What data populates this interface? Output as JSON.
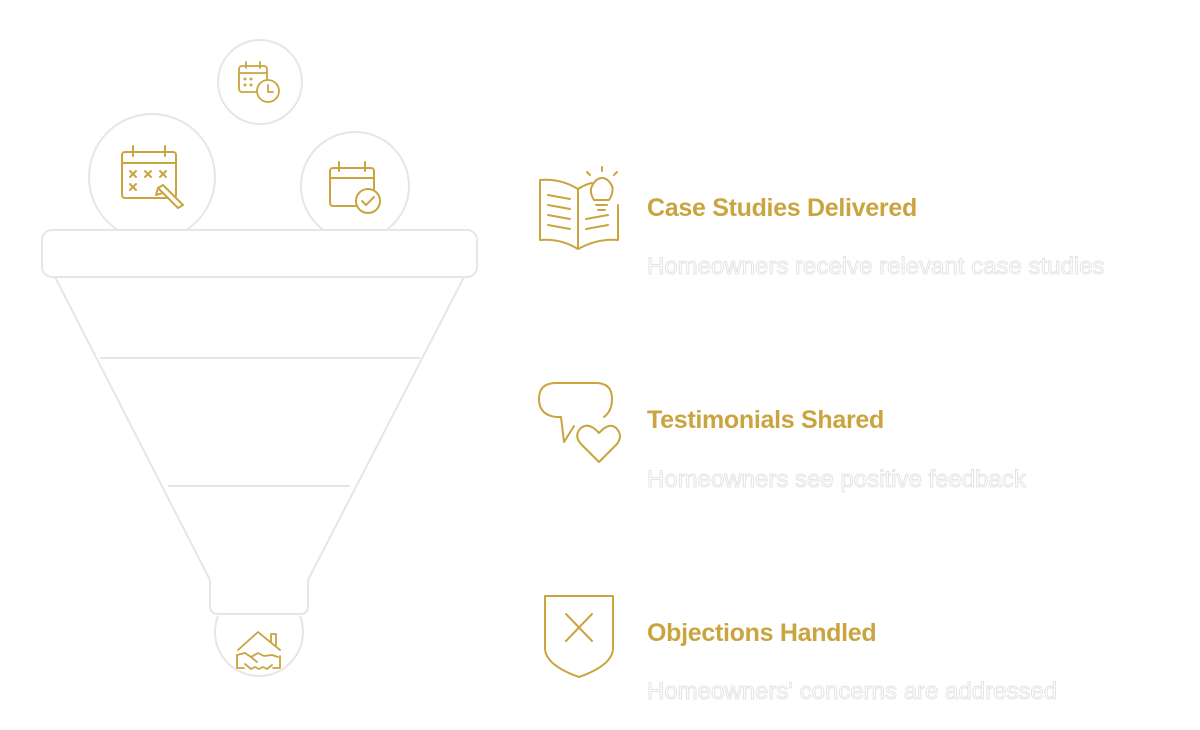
{
  "colors": {
    "accent": "#c9a43f",
    "outline": "#e6e6e6",
    "background": "#ffffff"
  },
  "funnel": {
    "top_icons": [
      "calendar-clock-icon",
      "calendar-edit-icon",
      "calendar-check-icon"
    ],
    "bottom_icon": "house-handshake-icon"
  },
  "items": [
    {
      "title": "Case Studies Delivered",
      "description": "Homeowners receive relevant case studies",
      "icon": "book-lightbulb-icon"
    },
    {
      "title": "Testimonials Shared",
      "description": "Homeowners see positive feedback",
      "icon": "speech-heart-icon"
    },
    {
      "title": "Objections Handled",
      "description": "Homeowners' concerns are addressed",
      "icon": "shield-x-icon"
    }
  ]
}
